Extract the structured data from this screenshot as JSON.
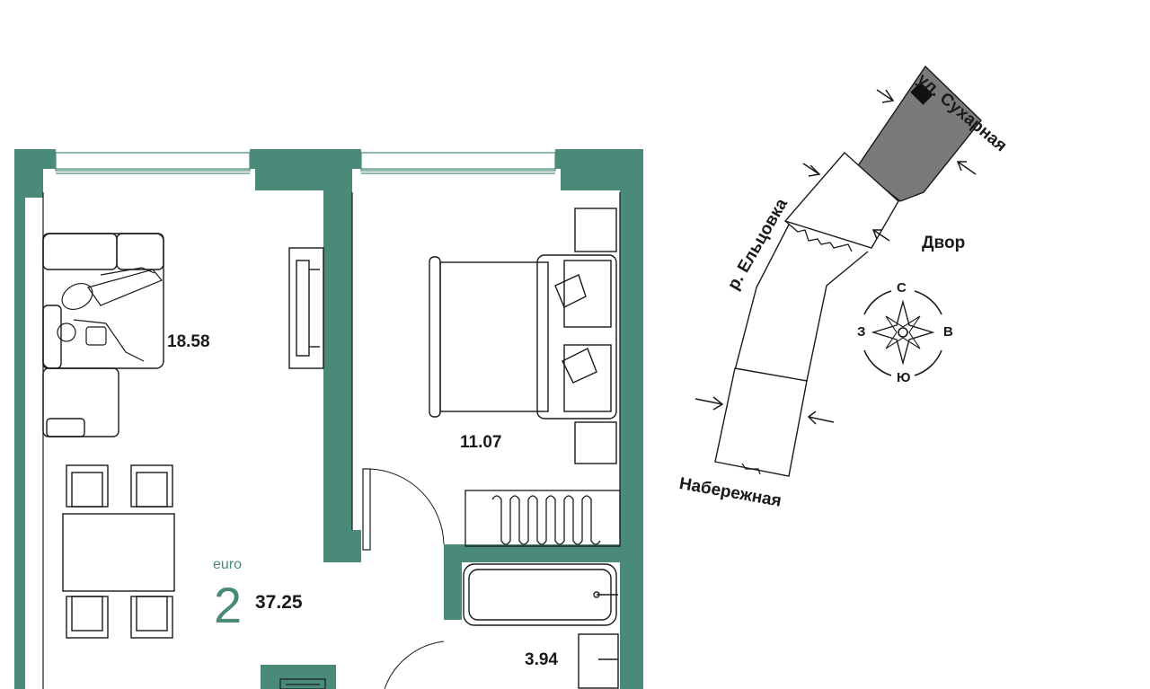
{
  "plan": {
    "rooms": [
      {
        "id": "living",
        "area": "18.58"
      },
      {
        "id": "bedroom",
        "area": "11.07"
      },
      {
        "id": "bathroom",
        "area": "3.94"
      }
    ],
    "summary": {
      "class_label": "euro",
      "room_count": "2",
      "total_area": "37.25"
    }
  },
  "site_map": {
    "streets": {
      "top": "ул. Сухарная",
      "left": "р. Ельцовка",
      "bottom": "Набережная",
      "right": "Двор"
    },
    "compass": {
      "north": "С",
      "south": "Ю",
      "west": "З",
      "east": "В"
    }
  },
  "colors": {
    "wall": "#4a8a78",
    "accent": "#4a8a78",
    "highlight_building": "#7a7a7a"
  }
}
